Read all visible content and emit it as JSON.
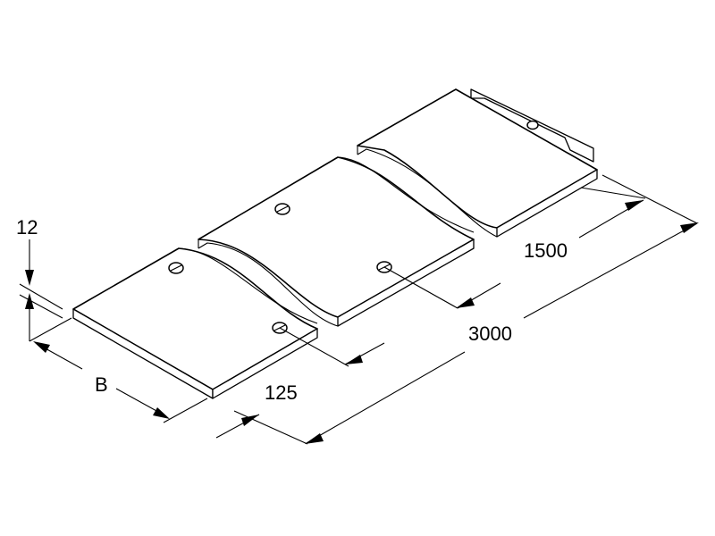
{
  "dimensions": {
    "thickness": "12",
    "width": "B",
    "overlap": "125",
    "section_length": "1500",
    "total_length": "3000"
  }
}
